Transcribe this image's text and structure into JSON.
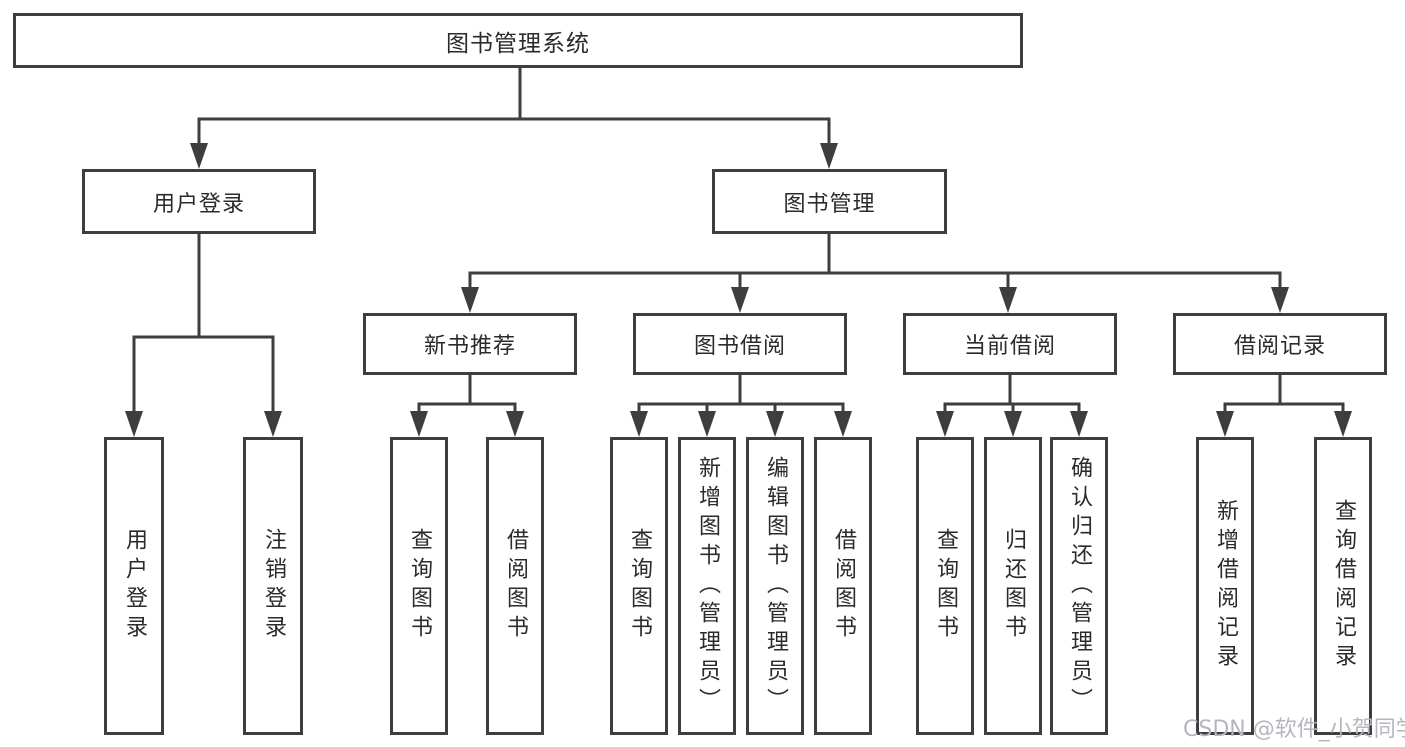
{
  "diagram": {
    "root": {
      "label": "图书管理系统"
    },
    "level2": [
      {
        "label": "用户登录"
      },
      {
        "label": "图书管理"
      }
    ],
    "level3": [
      {
        "label": "新书推荐"
      },
      {
        "label": "图书借阅"
      },
      {
        "label": "当前借阅"
      },
      {
        "label": "借阅记录"
      }
    ],
    "leaves": [
      {
        "label": "用户登录"
      },
      {
        "label": "注销登录"
      },
      {
        "label": "查询图书"
      },
      {
        "label": "借阅图书"
      },
      {
        "label": "查询图书"
      },
      {
        "label": "新增图书（管理员）"
      },
      {
        "label": "编辑图书（管理员）"
      },
      {
        "label": "借阅图书"
      },
      {
        "label": "查询图书"
      },
      {
        "label": "归还图书"
      },
      {
        "label": "确认归还（管理员）"
      },
      {
        "label": "新增借阅记录"
      },
      {
        "label": "查询借阅记录"
      }
    ]
  },
  "watermark": {
    "text": "CSDN @软件_小贺同学"
  },
  "colors": {
    "line": "#3e3e3e",
    "text": "#2b2b2b",
    "watermark": "#b4b8be",
    "background": "#ffffff"
  }
}
